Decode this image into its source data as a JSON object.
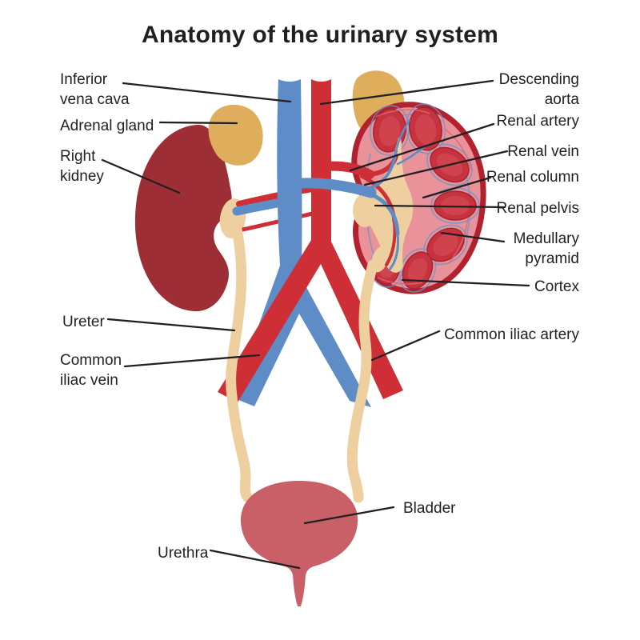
{
  "title": "Anatomy of the urinary system",
  "labels": {
    "left": [
      {
        "id": "inferior-vena-cava",
        "text": "Inferior\nvena cava"
      },
      {
        "id": "adrenal-gland",
        "text": "Adrenal gland"
      },
      {
        "id": "right-kidney",
        "text": "Right\nkidney"
      },
      {
        "id": "ureter",
        "text": "Ureter"
      },
      {
        "id": "common-iliac-vein",
        "text": "Common\niliac vein"
      },
      {
        "id": "urethra",
        "text": "Urethra"
      }
    ],
    "right": [
      {
        "id": "descending-aorta",
        "text": "Descending\naorta"
      },
      {
        "id": "renal-artery",
        "text": "Renal artery"
      },
      {
        "id": "renal-vein",
        "text": "Renal vein"
      },
      {
        "id": "renal-column",
        "text": "Renal column"
      },
      {
        "id": "renal-pelvis",
        "text": "Renal pelvis"
      },
      {
        "id": "medullary-pyramid",
        "text": "Medullary\npyramid"
      },
      {
        "id": "cortex",
        "text": "Cortex"
      },
      {
        "id": "common-iliac-artery",
        "text": "Common iliac artery"
      },
      {
        "id": "bladder",
        "text": "Bladder"
      }
    ]
  },
  "palette": {
    "vein_blue": "#5d8cc6",
    "artery_red": "#ce2f36",
    "kidney_dark_red": "#9d2e35",
    "kidney_cortex_pink": "#e9929a",
    "pyramid_red": "#c6333f",
    "capsule_rim_red": "#b2222e",
    "ureter_tan": "#eed0a0",
    "adrenal_tan": "#dfae5c",
    "bladder_rose": "#c95f67",
    "label_text": "#231f20"
  }
}
